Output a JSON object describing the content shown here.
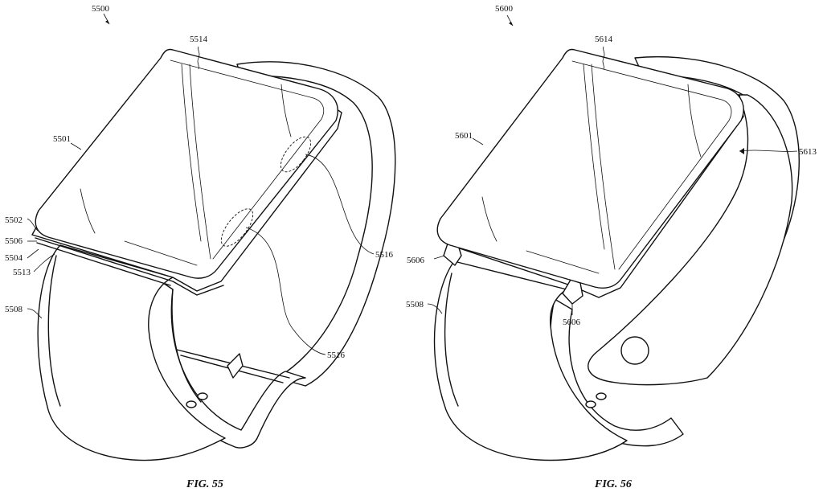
{
  "figures": [
    {
      "caption": "FIG. 55",
      "ref_main": "5500",
      "labels": {
        "r5514": "5514",
        "r5501": "5501",
        "r5502": "5502",
        "r5506": "5506",
        "r5504": "5504",
        "r5513": "5513",
        "r5508": "5508",
        "r5516a": "5516",
        "r5516b": "5516"
      }
    },
    {
      "caption": "FIG. 56",
      "ref_main": "5600",
      "labels": {
        "r5614": "5614",
        "r5601": "5601",
        "r5613": "5613",
        "r5606a": "5606",
        "r5606b": "5606",
        "r5508": "5508"
      }
    }
  ]
}
